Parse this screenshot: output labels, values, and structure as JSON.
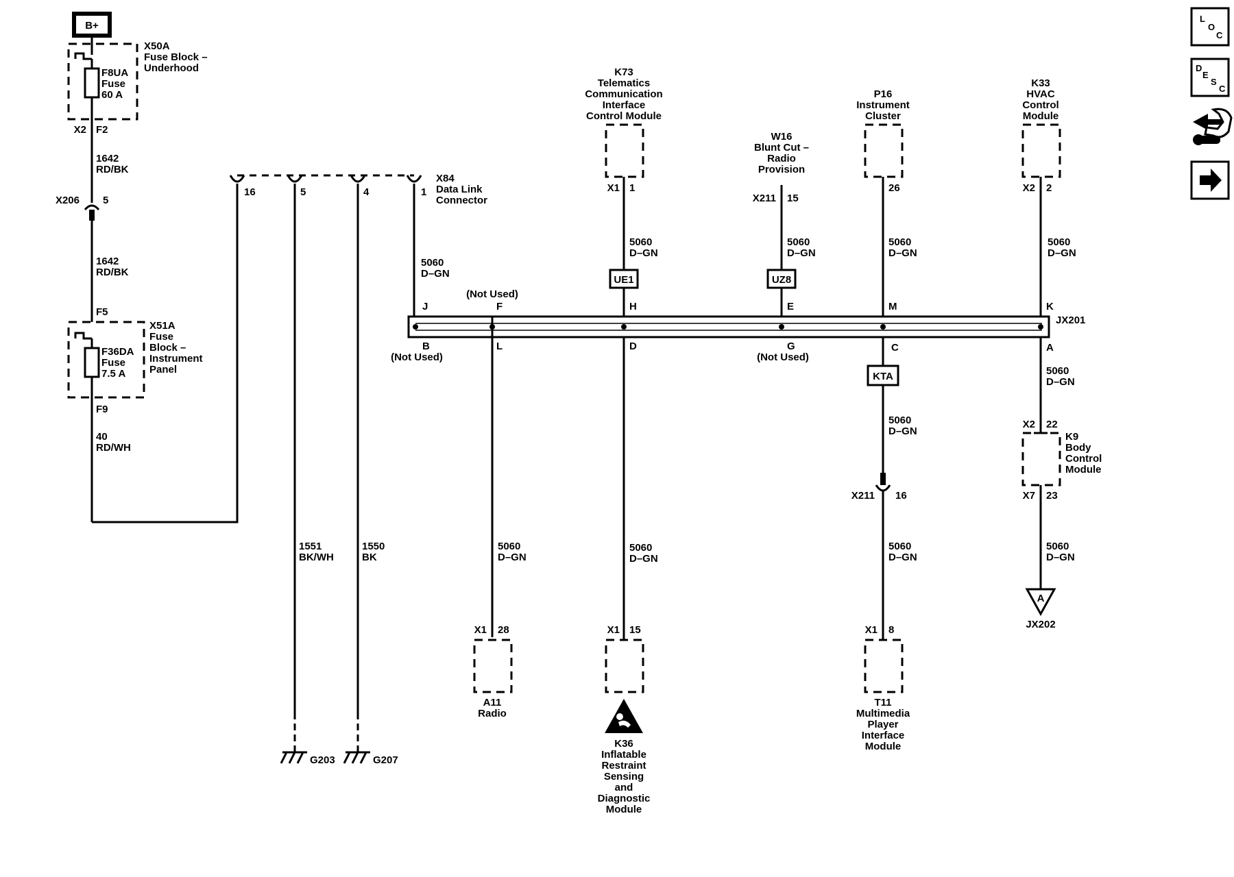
{
  "power": {
    "label": "B+"
  },
  "x50a": {
    "id": "X50A",
    "line1": "Fuse Block –",
    "line2": "Underhood",
    "fuse_id": "F8UA",
    "fuse_word": "Fuse",
    "fuse_rating": "60 A",
    "pin_conn": "X2",
    "pin": "F2"
  },
  "wire_1642_top": {
    "circuit": "1642",
    "color": "RD/BK"
  },
  "x206": {
    "id": "X206",
    "pin": "5"
  },
  "wire_1642_bottom": {
    "circuit": "1642",
    "color": "RD/BK"
  },
  "x51a": {
    "id": "X51A",
    "line1": "Fuse",
    "line2": "Block –",
    "line3": "Instrument",
    "line4": "Panel",
    "fuse_id": "F36DA",
    "fuse_word": "Fuse",
    "fuse_rating": "7.5 A",
    "pin_in": "F5",
    "pin_out": "F9"
  },
  "wire_40": {
    "circuit": "40",
    "color": "RD/WH"
  },
  "x84": {
    "id": "X84",
    "line1": "Data Link",
    "line2": "Connector",
    "pins": [
      "16",
      "5",
      "4",
      "1"
    ]
  },
  "wire_1551": {
    "circuit": "1551",
    "color": "BK/WH"
  },
  "wire_1550": {
    "circuit": "1550",
    "color": "BK"
  },
  "grounds": [
    "G203",
    "G207"
  ],
  "dlc_wire": {
    "circuit": "5060",
    "color": "D–GN"
  },
  "k73": {
    "id": "K73",
    "line1": "Telematics",
    "line2": "Communication",
    "line3": "Interface",
    "line4": "Control Module",
    "conn": "X1",
    "pin": "1",
    "circuit": "5060",
    "color": "D–GN",
    "option": "UE1"
  },
  "w16": {
    "id": "W16",
    "line1": "Blunt Cut –",
    "line2": "Radio",
    "line3": "Provision",
    "conn": "X211",
    "pin": "15",
    "circuit": "5060",
    "color": "D–GN",
    "option": "UZ8"
  },
  "p16": {
    "id": "P16",
    "line1": "Instrument",
    "line2": "Cluster",
    "pin": "26",
    "circuit": "5060",
    "color": "D–GN"
  },
  "k33": {
    "id": "K33",
    "line1": "HVAC",
    "line2": "Control",
    "line3": "Module",
    "conn": "X2",
    "pin": "2",
    "circuit": "5060",
    "color": "D–GN"
  },
  "jx201": {
    "id": "JX201",
    "top_labels": [
      "J",
      "F",
      "H",
      "E",
      "M",
      "K"
    ],
    "not_used_top": "(Not Used)",
    "bottom_labels": [
      "B",
      "L",
      "D",
      "G",
      "C",
      "A"
    ],
    "not_used_b": "(Not Used)",
    "not_used_g": "(Not Used)"
  },
  "kta": {
    "option": "KTA",
    "circuit": "5060",
    "color": "D–GN"
  },
  "x211_lower": {
    "conn": "X211",
    "pin": "16",
    "circuit": "5060",
    "color": "D–GN"
  },
  "wire_a": {
    "circuit": "5060",
    "color": "D–GN"
  },
  "k9": {
    "id": "K9",
    "line1": "Body",
    "line2": "Control",
    "line3": "Module",
    "conn_in": "X2",
    "pin_in": "22",
    "conn_out": "X7",
    "pin_out": "23",
    "circuit": "5060",
    "color": "D–GN"
  },
  "jx202": {
    "id": "JX202",
    "arrow_label": "A"
  },
  "a11": {
    "id": "A11",
    "line1": "Radio",
    "conn": "X1",
    "pin": "28",
    "circuit": "5060",
    "color": "D–GN"
  },
  "k36": {
    "id": "K36",
    "line1": "Inflatable",
    "line2": "Restraint",
    "line3": "Sensing",
    "line4": "and",
    "line5": "Diagnostic",
    "line6": "Module",
    "conn": "X1",
    "pin": "15",
    "circuit": "5060",
    "color": "D–GN"
  },
  "t11": {
    "id": "T11",
    "line1": "Multimedia",
    "line2": "Player",
    "line3": "Interface",
    "line4": "Module",
    "conn": "X1",
    "pin": "8",
    "circuit": "5060",
    "color": "D–GN"
  },
  "nav": {
    "loc": {
      "l": "L",
      "o": "O",
      "c": "C"
    },
    "desc": {
      "d": "D",
      "e": "E",
      "s": "S",
      "c": "C"
    },
    "icons": [
      "loc-icon",
      "desc-icon",
      "connector-tool-icon",
      "next-arrow-icon"
    ]
  }
}
